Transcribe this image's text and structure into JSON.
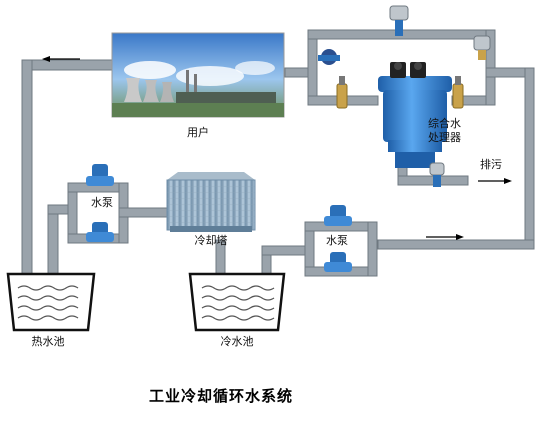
{
  "title": "工业冷却循环水系统",
  "labels": {
    "user": "用户",
    "treatment": [
      "综合水",
      "处理器"
    ],
    "drain": "排污",
    "pump_left": "水泵",
    "cooling_tower": "冷却塔",
    "pump_right": "水泵",
    "hot_pool": "热水池",
    "cold_pool": "冷水池"
  },
  "colors": {
    "pipe": "#9aa3ab",
    "pump_blue": "#2a6fb8",
    "vessel_blue": "#2f7fd3",
    "valve_gold": "#c9a24a",
    "water_line": "#555555"
  }
}
